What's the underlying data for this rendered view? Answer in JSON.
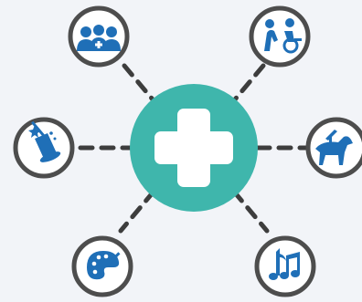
{
  "diagram": {
    "center": {
      "icon": "medical-cross-icon"
    },
    "nodes": [
      {
        "id": "medical-staff",
        "icon": "medical-staff-icon"
      },
      {
        "id": "wheelchair-care",
        "icon": "wheelchair-care-icon"
      },
      {
        "id": "magic-tricks",
        "icon": "magic-hat-wand-icon"
      },
      {
        "id": "service-dog",
        "icon": "guide-dog-icon"
      },
      {
        "id": "art-painting",
        "icon": "paint-palette-icon"
      },
      {
        "id": "music",
        "icon": "music-notes-icon"
      }
    ]
  },
  "colors": {
    "background": "#f2f4f8",
    "center_fill": "#3fb6ac",
    "cross": "#ffffff",
    "node_ring": "#4d4d4d",
    "node_fill": "#ffffff",
    "icon_blue": "#1f6fb7",
    "connector": "#3d3d3d"
  }
}
